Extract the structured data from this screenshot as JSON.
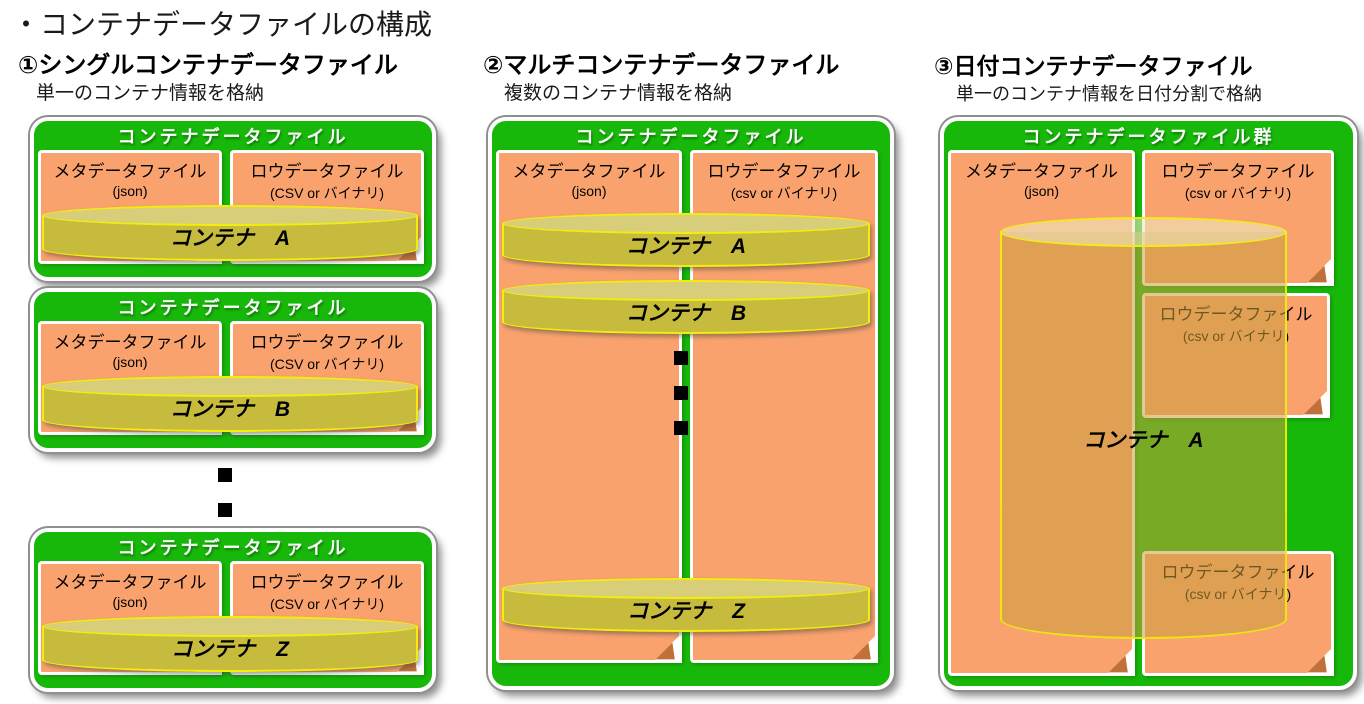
{
  "title": "・コンテナデータファイルの構成",
  "colors": {
    "container_green": "#17B80A",
    "file_orange": "#F9A26E",
    "cylinder_body_yellow": "#C7BB3E",
    "cylinder_border_yellow": "#F2EE0C"
  },
  "sections": {
    "s1": {
      "header": "①シングルコンテナデータファイル",
      "subtitle": "単一のコンテナ情報を格納",
      "cards": [
        {
          "title": "コンテナデータファイル",
          "meta": {
            "title": "メタデータファイル",
            "sub": "(json)"
          },
          "row": {
            "title": "ロウデータファイル",
            "sub": "(CSV or バイナリ)"
          },
          "cylinder": "コンテナ　A"
        },
        {
          "title": "コンテナデータファイル",
          "meta": {
            "title": "メタデータファイル",
            "sub": "(json)"
          },
          "row": {
            "title": "ロウデータファイル",
            "sub": "(CSV or バイナリ)"
          },
          "cylinder": "コンテナ　B"
        },
        {
          "title": "コンテナデータファイル",
          "meta": {
            "title": "メタデータファイル",
            "sub": "(json)"
          },
          "row": {
            "title": "ロウデータファイル",
            "sub": "(CSV or バイナリ)"
          },
          "cylinder": "コンテナ　Z"
        }
      ]
    },
    "s2": {
      "header": "②マルチコンテナデータファイル",
      "subtitle": "複数のコンテナ情報を格納",
      "card": {
        "title": "コンテナデータファイル",
        "meta": {
          "title": "メタデータファイル",
          "sub": "(json)"
        },
        "row": {
          "title": "ロウデータファイル",
          "sub": "(csv or バイナリ)"
        },
        "cylinders": [
          "コンテナ　A",
          "コンテナ　B",
          "コンテナ　Z"
        ]
      }
    },
    "s3": {
      "header": "③日付コンテナデータファイル",
      "subtitle": "単一のコンテナ情報を日付分割で格納",
      "card": {
        "title": "コンテナデータファイル群",
        "meta": {
          "title": "メタデータファイル",
          "sub": "(json)"
        },
        "rows": [
          {
            "title": "ロウデータファイル",
            "sub": "(csv or バイナリ)"
          },
          {
            "title": "ロウデータファイル",
            "sub": "(csv or バイナリ)"
          },
          {
            "title": "ロウデータファイル",
            "sub": "(csv or バイナリ)"
          }
        ],
        "cylinder": "コンテナ　A"
      }
    }
  }
}
